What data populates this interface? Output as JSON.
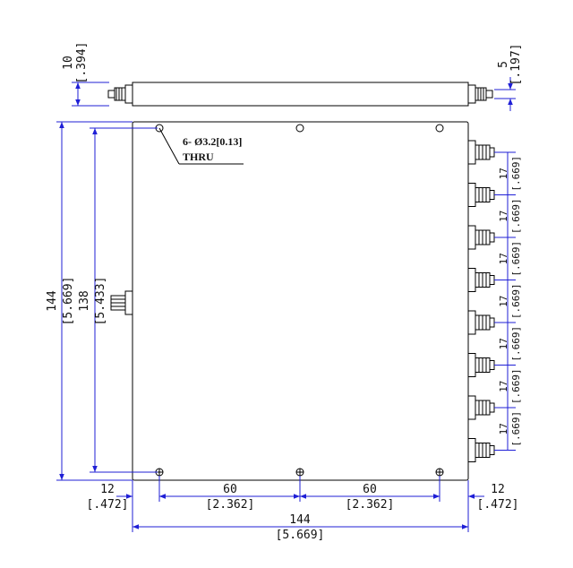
{
  "dims": {
    "side_height_mm": "10",
    "side_height_in": "[.394]",
    "side_conn_mm": "5",
    "side_conn_in": "[.197]",
    "body_height_mm": "144",
    "body_height_in": "[5.669]",
    "hole_span_mm": "138",
    "hole_span_in": "[5.433]",
    "pitch_mm": "17",
    "pitch_in": "[.669]",
    "edge_left_mm": "12",
    "edge_left_in": "[.472]",
    "spacing1_mm": "60",
    "spacing1_in": "[2.362]",
    "spacing2_mm": "60",
    "spacing2_in": "[2.362]",
    "edge_right_mm": "12",
    "edge_right_in": "[.472]",
    "width_mm": "144",
    "width_in": "[5.669]"
  },
  "note": {
    "hole_spec": "6- Ø3.2[0.13]",
    "thru": "THRU"
  }
}
